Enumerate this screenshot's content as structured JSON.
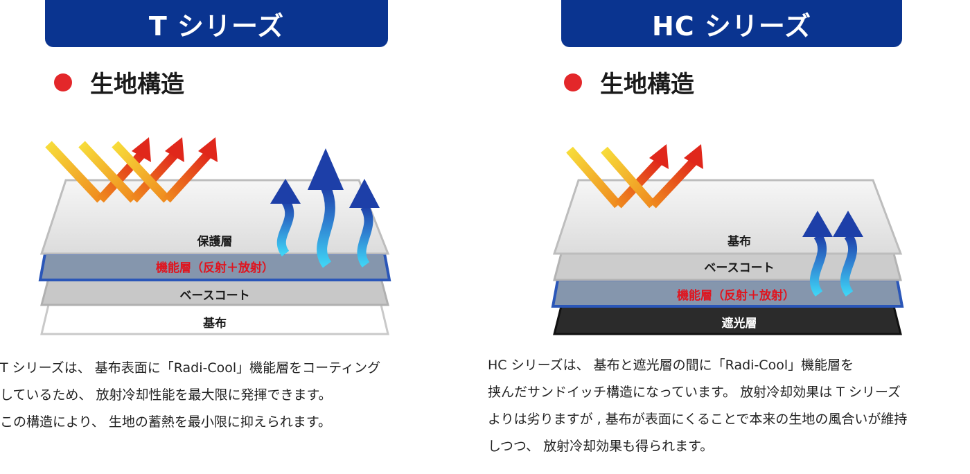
{
  "left": {
    "banner": "T シリーズ",
    "heading": "生地構造",
    "layers": {
      "protective": "保護層",
      "functional": "機能層（反射＋放射）",
      "basecoat": "ベースコート",
      "base": "基布"
    },
    "description": [
      "T シリーズは、 基布表面に「Radi-Cool」機能層をコーティング",
      "しているため、 放射冷却性能を最大限に発揮できます。",
      "この構造により、 生地の蓄熱を最小限に抑えられます。"
    ]
  },
  "right": {
    "banner": "HC シリーズ",
    "heading": "生地構造",
    "layers": {
      "base": "基布",
      "basecoat": "ベースコート",
      "functional": "機能層（反射＋放射）",
      "shading": "遮光層"
    },
    "description": [
      "HC シリーズは、 基布と遮光層の間に「Radi-Cool」機能層を",
      "挟んだサンドイッチ構造になっています。 放射冷却効果は T シリーズ",
      "よりは劣りますが , 基布が表面にくることで本来の生地の風合いが維持",
      "しつつ、 放射冷却効果も得られます。"
    ]
  },
  "colors": {
    "banner": "#0a3490",
    "bullet": "#e3272a",
    "functional_text": "#e0141e",
    "functional_fill": "#8596ad",
    "functional_edge": "#2a56b8",
    "shading_fill": "#2b2b2b"
  }
}
